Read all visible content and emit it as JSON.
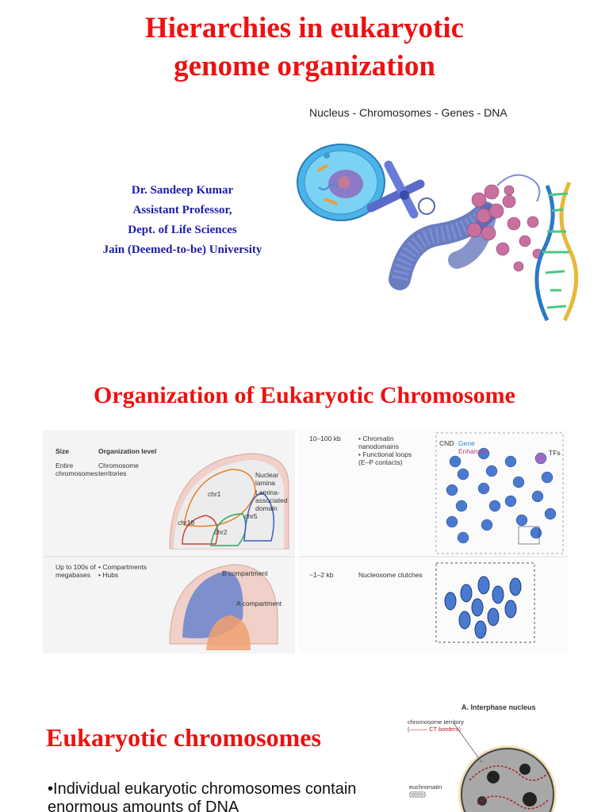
{
  "slide1": {
    "title_line1": "Hierarchies in eukaryotic",
    "title_line2": "genome organization",
    "author": {
      "name": "Dr. Sandeep Kumar",
      "position": "Assistant Professor,",
      "department": "Dept. of Life Sciences",
      "university": "Jain (Deemed-to-be) University"
    },
    "figure_caption": "Nucleus - Chromosomes - Genes - DNA"
  },
  "slide2": {
    "title": "Organization of Eukaryotic Chromosome",
    "figure": {
      "header_size": "Size",
      "header_level": "Organization level",
      "row1_size": "Entire\nchromosomes",
      "row1_level": "Chromosome\nterritories",
      "row1_labels": [
        "Nuclear\nlamina",
        "Lamina-\nassociated\ndomain",
        "chr1",
        "chr18",
        "chr5",
        "chr2"
      ],
      "row2_size": "Up to 100s of\nmegabases",
      "row2_level": "• Compartments\n• Hubs",
      "row2_labels": [
        "B compartment",
        "A compartment"
      ],
      "row3_size": "10–100 kb",
      "row3_level": "• Chromatin\n  nanodomains\n• Functional loops\n  (E–P contacts)",
      "row3_labels": [
        "CND",
        "Gene",
        "Enhancer",
        "TFs"
      ],
      "row4_size": "~1–2 kb",
      "row4_level": "Nucleosome clutches"
    }
  },
  "slide3": {
    "title": "Eukaryotic chromosomes",
    "bullet": "Individual eukaryotic chromosomes contain enormous amounts of DNA",
    "figure": {
      "panel_label": "A. Interphase nucleus",
      "label_territory": "chromosome territory",
      "label_ct_borders": "(——— CT borders)",
      "label_euchromatin": "euchromatin",
      "label_euchromatin_key": "(▒▒▒)"
    }
  },
  "colors": {
    "title_red": "#ee1111",
    "author_blue": "#1c1ca8",
    "chromatin_blue": "#4a6fd0",
    "histone_pink": "#c0608a",
    "gene_blue": "#4aa8e8",
    "enhancer_pink": "#e060a0"
  }
}
